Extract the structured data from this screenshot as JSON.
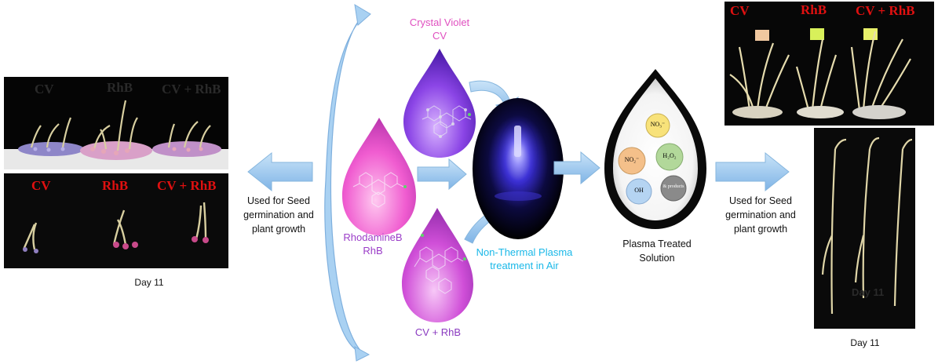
{
  "left_panel_top": {
    "labels": [
      "CV",
      "RhB",
      "CV + RhB"
    ]
  },
  "left_panel_bottom": {
    "labels": [
      "CV",
      "RhB",
      "CV + RhB"
    ]
  },
  "left_day": "Day 11",
  "left_use_text": [
    "Used for Seed",
    "germination and",
    "plant growth"
  ],
  "right_use_text": [
    "Used for Seed",
    "germination and",
    "plant growth"
  ],
  "right_panel_top": {
    "labels": [
      "CV",
      "RhB",
      "CV + RhB"
    ]
  },
  "right_panel_bottom": {
    "label": "Day 11"
  },
  "right_day": "Day 11",
  "dyes": {
    "cv": [
      "Crystal Violet",
      "CV"
    ],
    "rhb": [
      "RhodamineB",
      "RhB"
    ],
    "mix": "CV + RhB"
  },
  "plasma_label": [
    "Non-Thermal Plasma",
    "treatment in Air"
  ],
  "treated_label": [
    "Plasma Treated",
    "Solution"
  ],
  "species": {
    "no3": "NO₃⁻",
    "no2": "NO₂⁻",
    "h2o2": "H₂O₂",
    "oh": "OH",
    "other": "& products"
  },
  "colors": {
    "cv_label": "#e050c0",
    "rhb_label": "#9b3dc8",
    "mix_label": "#8a3ac0",
    "plasma_label": "#1ab8e8",
    "arrow": "#a9d1f2",
    "label_red": "#e01010"
  }
}
